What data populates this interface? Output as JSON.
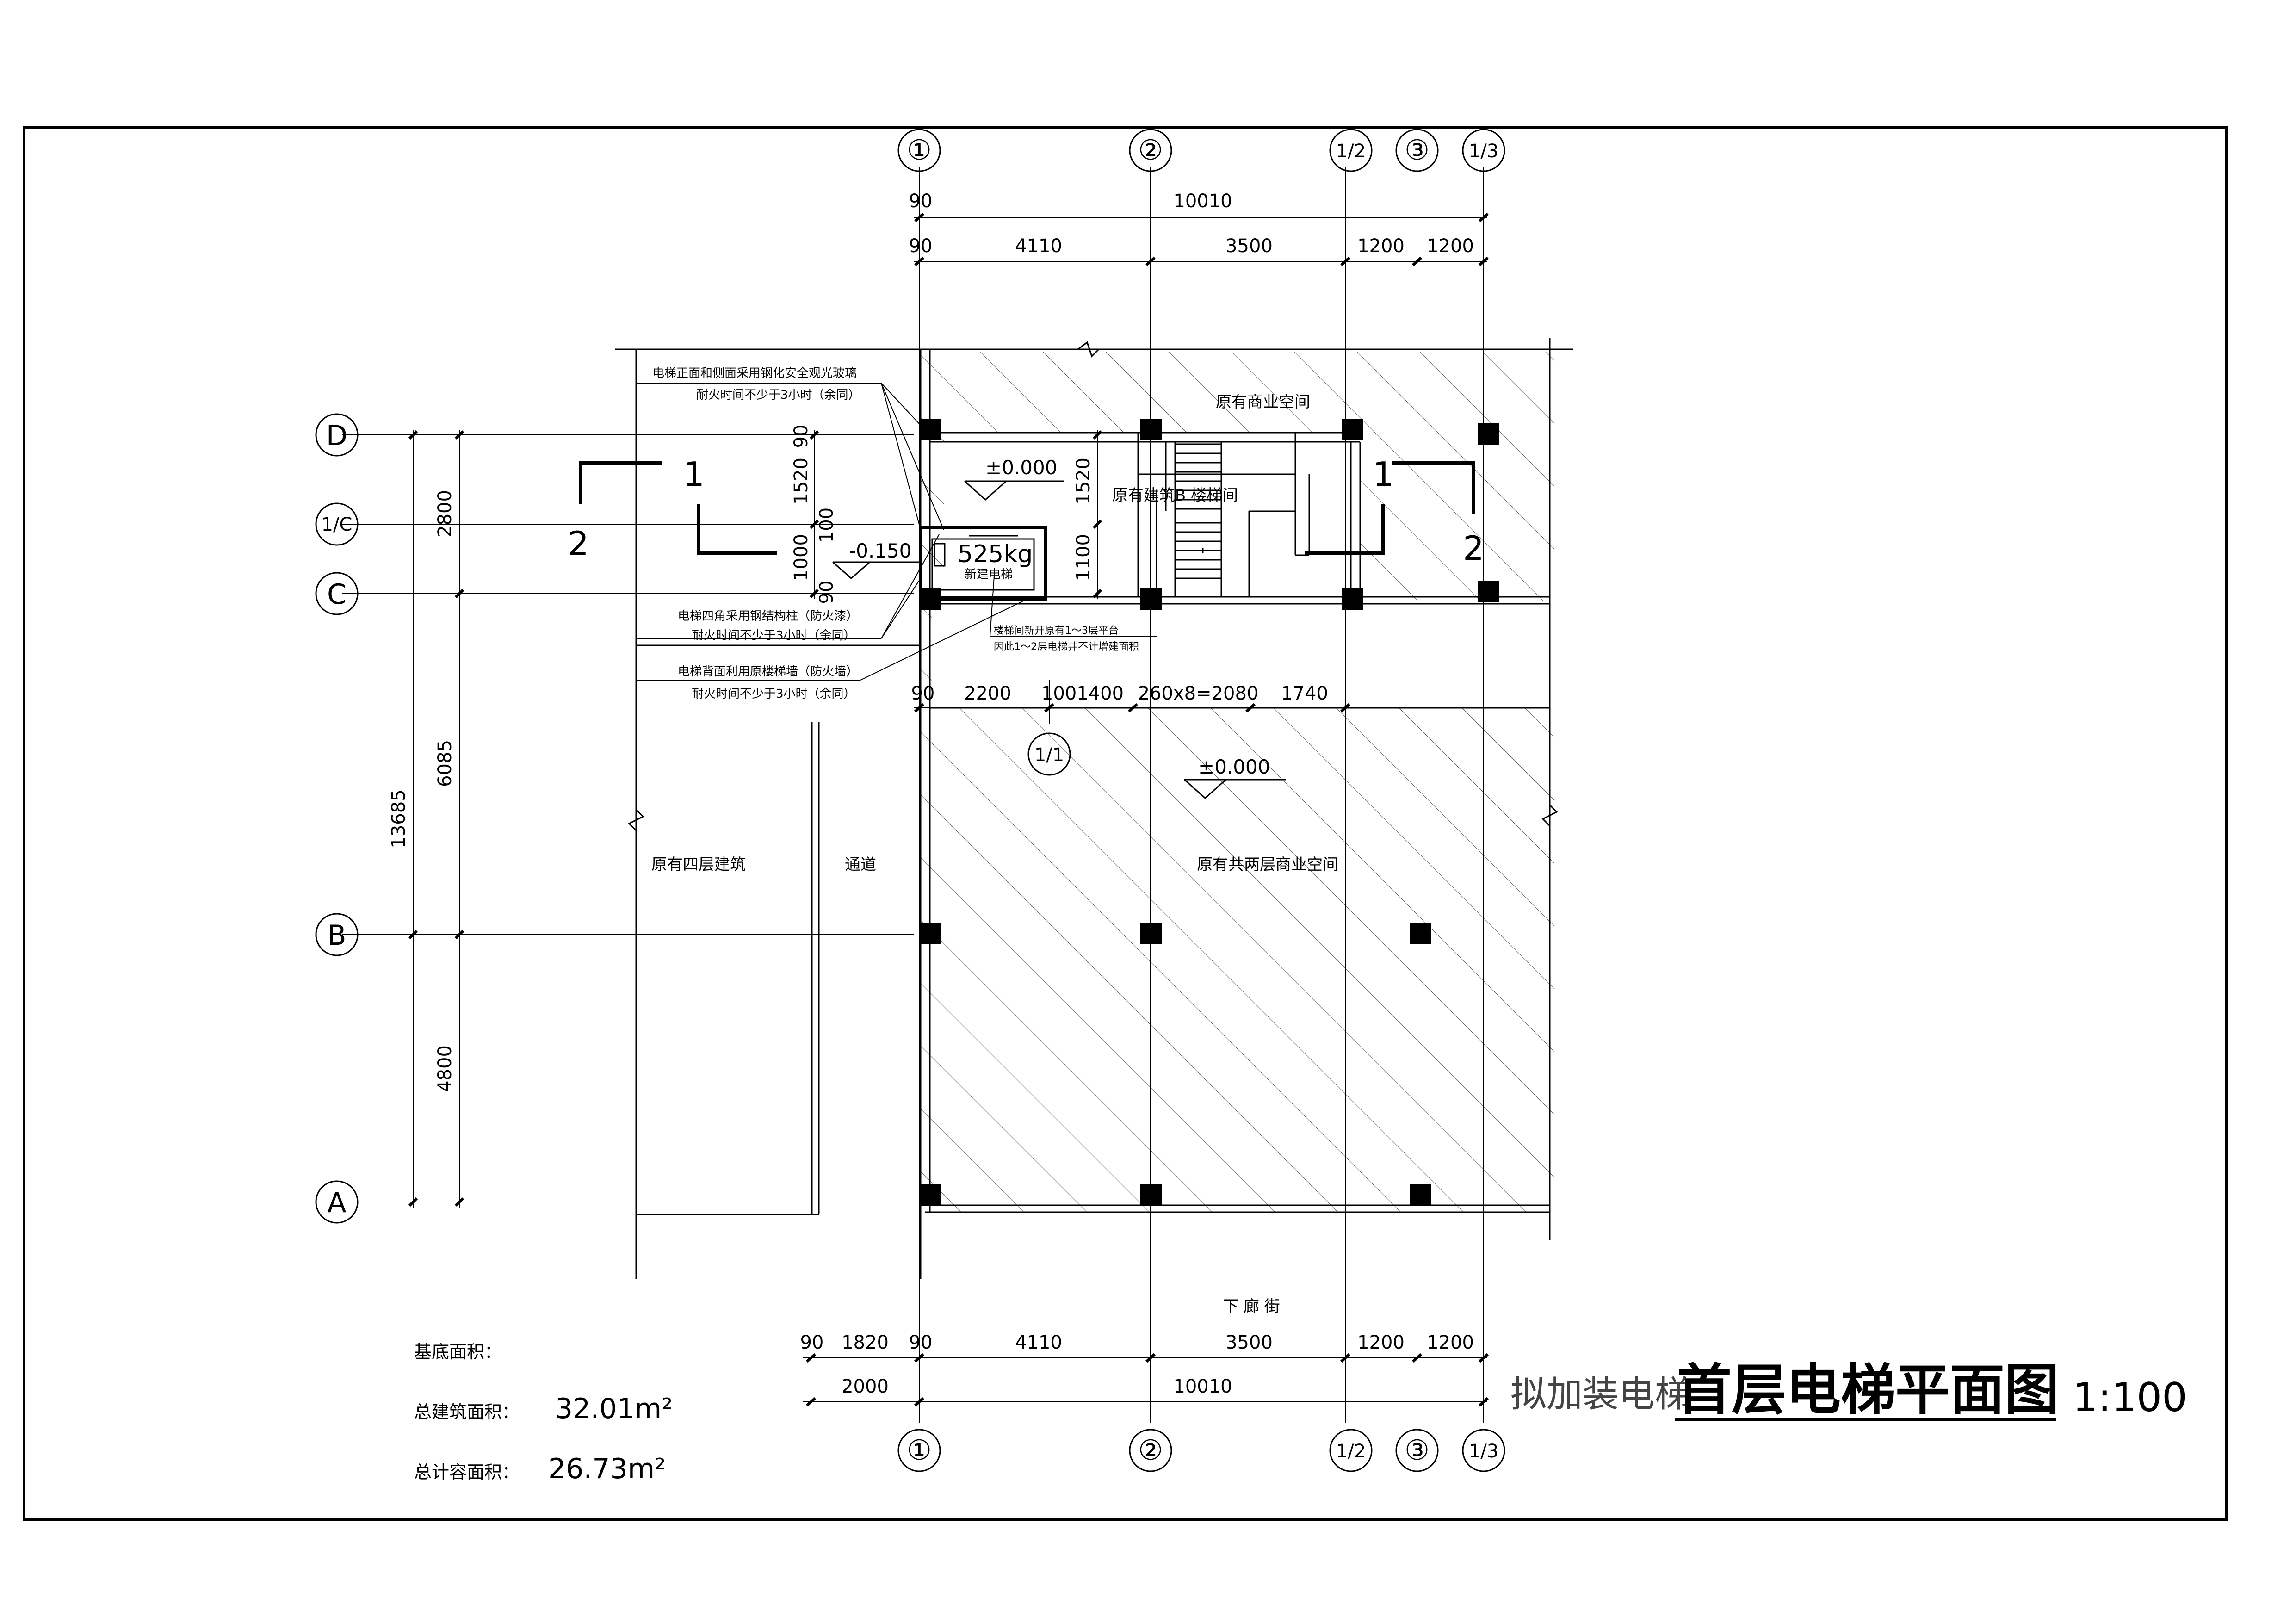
{
  "axes": {
    "vertical_top": [
      "①",
      "②",
      "1/2",
      "③",
      "1/3"
    ],
    "vertical_bottom": [
      "①",
      "②",
      "1/2",
      "③",
      "1/3"
    ],
    "horizontal": [
      "D",
      "1/C",
      "C",
      "B",
      "A"
    ],
    "mid": "1/1"
  },
  "dims": {
    "top_row1": [
      "90",
      "10010"
    ],
    "top_row2": [
      "90",
      "4110",
      "3500",
      "1200",
      "1200"
    ],
    "mid_row": [
      "90",
      "2200",
      "1001400",
      "260x8=2080",
      "1740"
    ],
    "bottom_row1": [
      "90",
      "1820",
      "90",
      "4110",
      "3500",
      "1200",
      "1200"
    ],
    "bottom_row2": [
      "2000",
      "10010"
    ],
    "left_outer": "13685",
    "left_inner": [
      "2800",
      "6085",
      "4800"
    ],
    "shaft_left": [
      "90",
      "1520",
      "100",
      "1000",
      "90"
    ],
    "shaft_right": [
      "1520",
      "1100"
    ]
  },
  "notes": {
    "n1a": "电梯正面和侧面采用钢化安全观光玻璃",
    "n1b": "耐火时间不少于3小时（余同）",
    "n2a": "电梯四角采用钢结构柱（防火漆）",
    "n2b": "耐火时间不少于3小时（余同）",
    "n3a": "电梯背面利用原楼梯墙（防火墙）",
    "n3b": "耐火时间不少于3小时（余同）",
    "n4a": "楼梯间新开原有1～3层平台",
    "n4b": "因此1～2层电梯井不计增建面积"
  },
  "rooms": {
    "commercial_top": "原有商业空间",
    "stair": "原有建筑B 楼梯间",
    "four_story": "原有四层建筑",
    "passage": "通道",
    "two_story": "原有共两层商业空间",
    "street": "下 廊 街",
    "elevator_load": "525kg",
    "elevator_name": "新建电梯"
  },
  "levels": {
    "l1": "±0.000",
    "l2": "-0.150",
    "l3": "±0.000"
  },
  "sections": {
    "s1": "1",
    "s2": "2"
  },
  "areas": {
    "base_label": "基底面积：",
    "total_label": "总建筑面积：",
    "total_value": "32.01m²",
    "far_label": "总计容面积：",
    "far_value": "26.73m²"
  },
  "title": {
    "sub": "拟加装电梯",
    "main": "首层电梯平面图",
    "scale": "1:100"
  }
}
